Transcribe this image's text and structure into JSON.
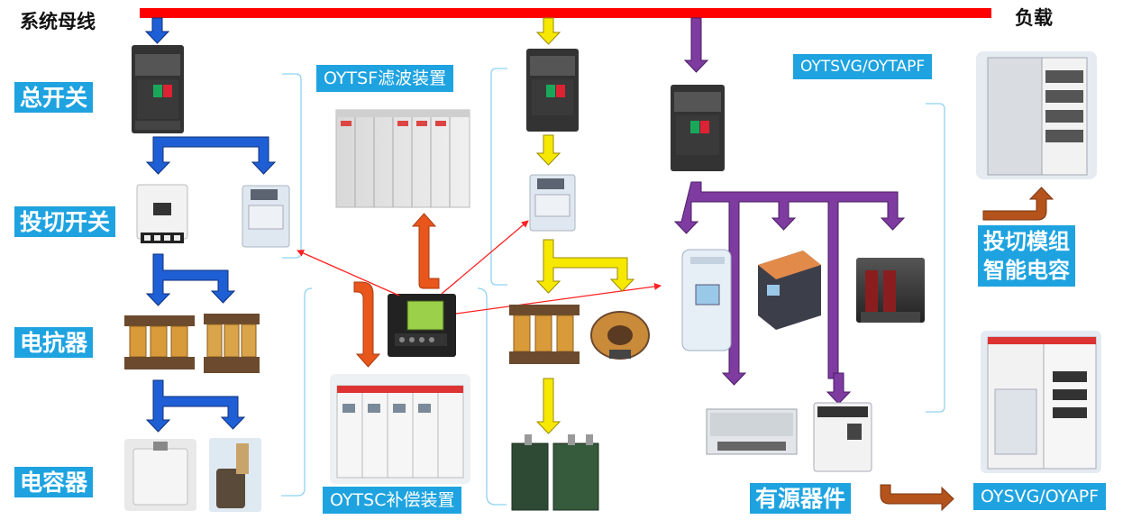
{
  "header": {
    "bus_label": "系统母线",
    "load_label": "负载"
  },
  "side_labels": {
    "main_switch": "总开关",
    "switching": "投切开关",
    "reactor": "电抗器",
    "capacitor": "电容器"
  },
  "products": {
    "tsf": "OYTSF滤波装置",
    "tsc": "OYTSC补偿装置",
    "tsvg": "OYTSVG/OYTAPF",
    "svg": "OYSVG/OYAPF",
    "active": "有源器件",
    "smart_cap": [
      "投切模组",
      "智能电容"
    ]
  },
  "colors": {
    "bus": "#ff0000",
    "blue": "#1f5fd6",
    "yellow": "#f7e800",
    "purple": "#7e3ba0",
    "orange": "#e8561c",
    "brown": "#b5531c",
    "label_bg": "#1ea3e0"
  }
}
